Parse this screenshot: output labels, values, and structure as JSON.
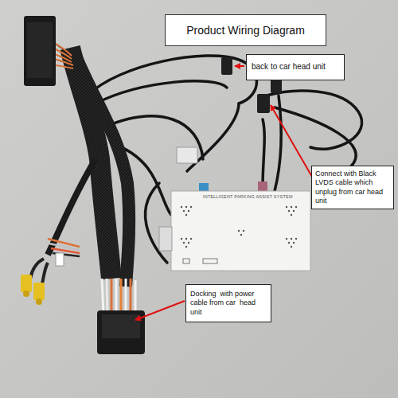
{
  "diagram": {
    "title": "Product Wiring Diagram",
    "nodes": [
      {
        "text": [
          "back to car head unit"
        ]
      },
      {
        "text": [
          "Connect with Black LVDS cable which unplug from car head unit"
        ]
      },
      {
        "text": [
          "Docking  with power cable from car  head unit"
        ]
      }
    ],
    "labels": [
      "INTELLIGENT PARKING ASSIST SYSTEM"
    ]
  }
}
